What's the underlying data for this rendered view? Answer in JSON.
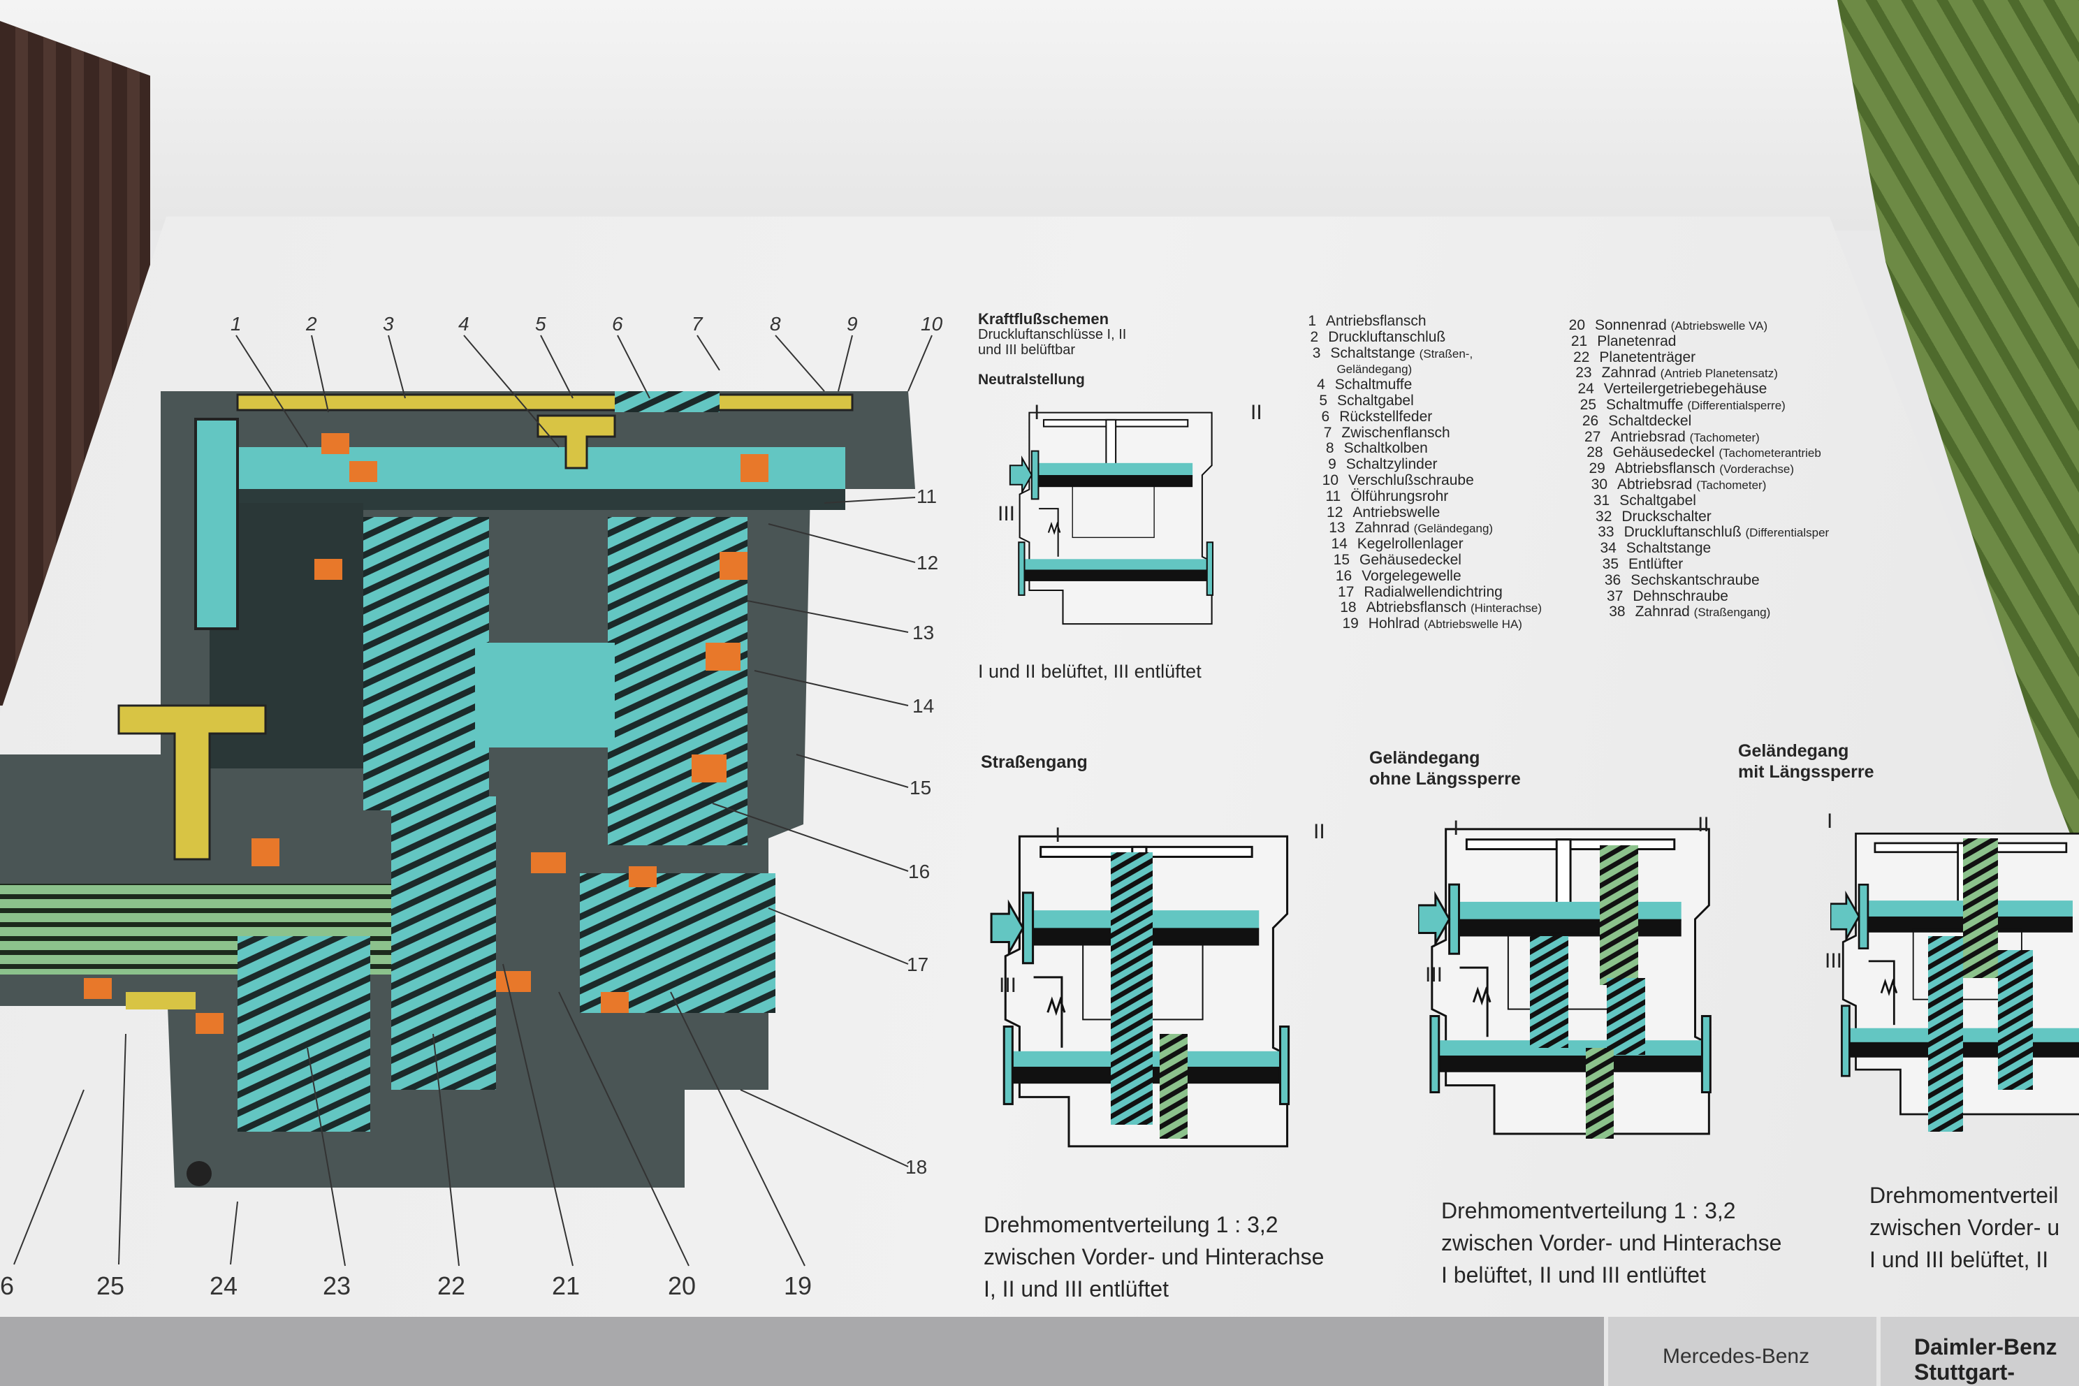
{
  "callouts": {
    "top": [
      "1",
      "2",
      "3",
      "4",
      "5",
      "6",
      "7",
      "8",
      "9",
      "10"
    ],
    "right": [
      "11",
      "12",
      "13",
      "14",
      "15",
      "16",
      "17",
      "18"
    ],
    "bottom": [
      "6",
      "25",
      "24",
      "23",
      "22",
      "21",
      "20",
      "19"
    ]
  },
  "schemes": {
    "title": "Kraftflußschemen",
    "subtitle_lines": [
      "Druckluftanschlüsse I, II",
      "und III belüftbar"
    ],
    "neutral": {
      "title": "Neutralstellung",
      "caption": "I und II belüftet, III entlüftet"
    }
  },
  "ports": {
    "one": "I",
    "two": "II",
    "three": "III"
  },
  "legend": [
    {
      "n": "1",
      "label": "Antriebsflansch",
      "note": ""
    },
    {
      "n": "2",
      "label": "Druckluftanschluß",
      "note": ""
    },
    {
      "n": "3",
      "label": "Schaltstange",
      "note": "(Straßen-,"
    },
    {
      "n": "",
      "label": "",
      "note": "Geländegang)"
    },
    {
      "n": "4",
      "label": "Schaltmuffe",
      "note": ""
    },
    {
      "n": "5",
      "label": "Schaltgabel",
      "note": ""
    },
    {
      "n": "6",
      "label": "Rückstellfeder",
      "note": ""
    },
    {
      "n": "7",
      "label": "Zwischenflansch",
      "note": ""
    },
    {
      "n": "8",
      "label": "Schaltkolben",
      "note": ""
    },
    {
      "n": "9",
      "label": "Schaltzylinder",
      "note": ""
    },
    {
      "n": "10",
      "label": "Verschlußschraube",
      "note": ""
    },
    {
      "n": "11",
      "label": "Ölführungsrohr",
      "note": ""
    },
    {
      "n": "12",
      "label": "Antriebswelle",
      "note": ""
    },
    {
      "n": "13",
      "label": "Zahnrad",
      "note": "(Geländegang)"
    },
    {
      "n": "14",
      "label": "Kegelrollenlager",
      "note": ""
    },
    {
      "n": "15",
      "label": "Gehäusedeckel",
      "note": ""
    },
    {
      "n": "16",
      "label": "Vorgelegewelle",
      "note": ""
    },
    {
      "n": "17",
      "label": "Radialwellendichtring",
      "note": ""
    },
    {
      "n": "18",
      "label": "Abtriebsflansch",
      "note": "(Hinterachse)"
    },
    {
      "n": "19",
      "label": "Hohlrad",
      "note": "(Abtriebswelle HA)"
    }
  ],
  "legend2": [
    {
      "n": "20",
      "label": "Sonnenrad",
      "note": "(Abtriebswelle VA)"
    },
    {
      "n": "21",
      "label": "Planetenrad",
      "note": ""
    },
    {
      "n": "22",
      "label": "Planetenträger",
      "note": ""
    },
    {
      "n": "23",
      "label": "Zahnrad",
      "note": "(Antrieb Planetensatz)"
    },
    {
      "n": "24",
      "label": "Verteilergetriebegehäuse",
      "note": ""
    },
    {
      "n": "25",
      "label": "Schaltmuffe",
      "note": "(Differentialsperre)"
    },
    {
      "n": "26",
      "label": "Schaltdeckel",
      "note": ""
    },
    {
      "n": "27",
      "label": "Antriebsrad",
      "note": "(Tachometer)"
    },
    {
      "n": "28",
      "label": "Gehäusedeckel",
      "note": "(Tachometerantrieb"
    },
    {
      "n": "29",
      "label": "Abtriebsflansch",
      "note": "(Vorderachse)"
    },
    {
      "n": "30",
      "label": "Abtriebsrad",
      "note": "(Tachometer)"
    },
    {
      "n": "31",
      "label": "Schaltgabel",
      "note": ""
    },
    {
      "n": "32",
      "label": "Druckschalter",
      "note": ""
    },
    {
      "n": "33",
      "label": "Druckluftanschluß",
      "note": "(Differentialsper"
    },
    {
      "n": "34",
      "label": "Schaltstange",
      "note": ""
    },
    {
      "n": "35",
      "label": "Entlüfter",
      "note": ""
    },
    {
      "n": "36",
      "label": "Sechskantschraube",
      "note": ""
    },
    {
      "n": "37",
      "label": "Dehnschraube",
      "note": ""
    },
    {
      "n": "38",
      "label": "Zahnrad",
      "note": "(Straßengang)"
    }
  ],
  "modes": [
    {
      "title_lines": [
        "Straßengang"
      ],
      "caption_lines": [
        "Drehmomentverteilung 1 : 3,2",
        "zwischen Vorder- und Hinterachse",
        "I, II und III entlüftet"
      ]
    },
    {
      "title_lines": [
        "Geländegang",
        "ohne Längssperre"
      ],
      "caption_lines": [
        "Drehmomentverteilung 1 : 3,2",
        "zwischen Vorder- und Hinterachse",
        "I belüftet, II und III entlüftet"
      ]
    },
    {
      "title_lines": [
        "Geländegang",
        "mit Längssperre"
      ],
      "caption_lines": [
        "Drehmomentverteil",
        "zwischen Vorder- u",
        "I und III belüftet, II"
      ]
    }
  ],
  "footer": {
    "brand": "Mercedes-Benz",
    "company_lines": [
      "Daimler-Benz",
      "Stuttgart-"
    ]
  },
  "colors": {
    "teal": "#63c6c2",
    "orange": "#e8782a",
    "yellow": "#d8c444",
    "green": "#7fb07f",
    "housing": "#4a5555"
  }
}
